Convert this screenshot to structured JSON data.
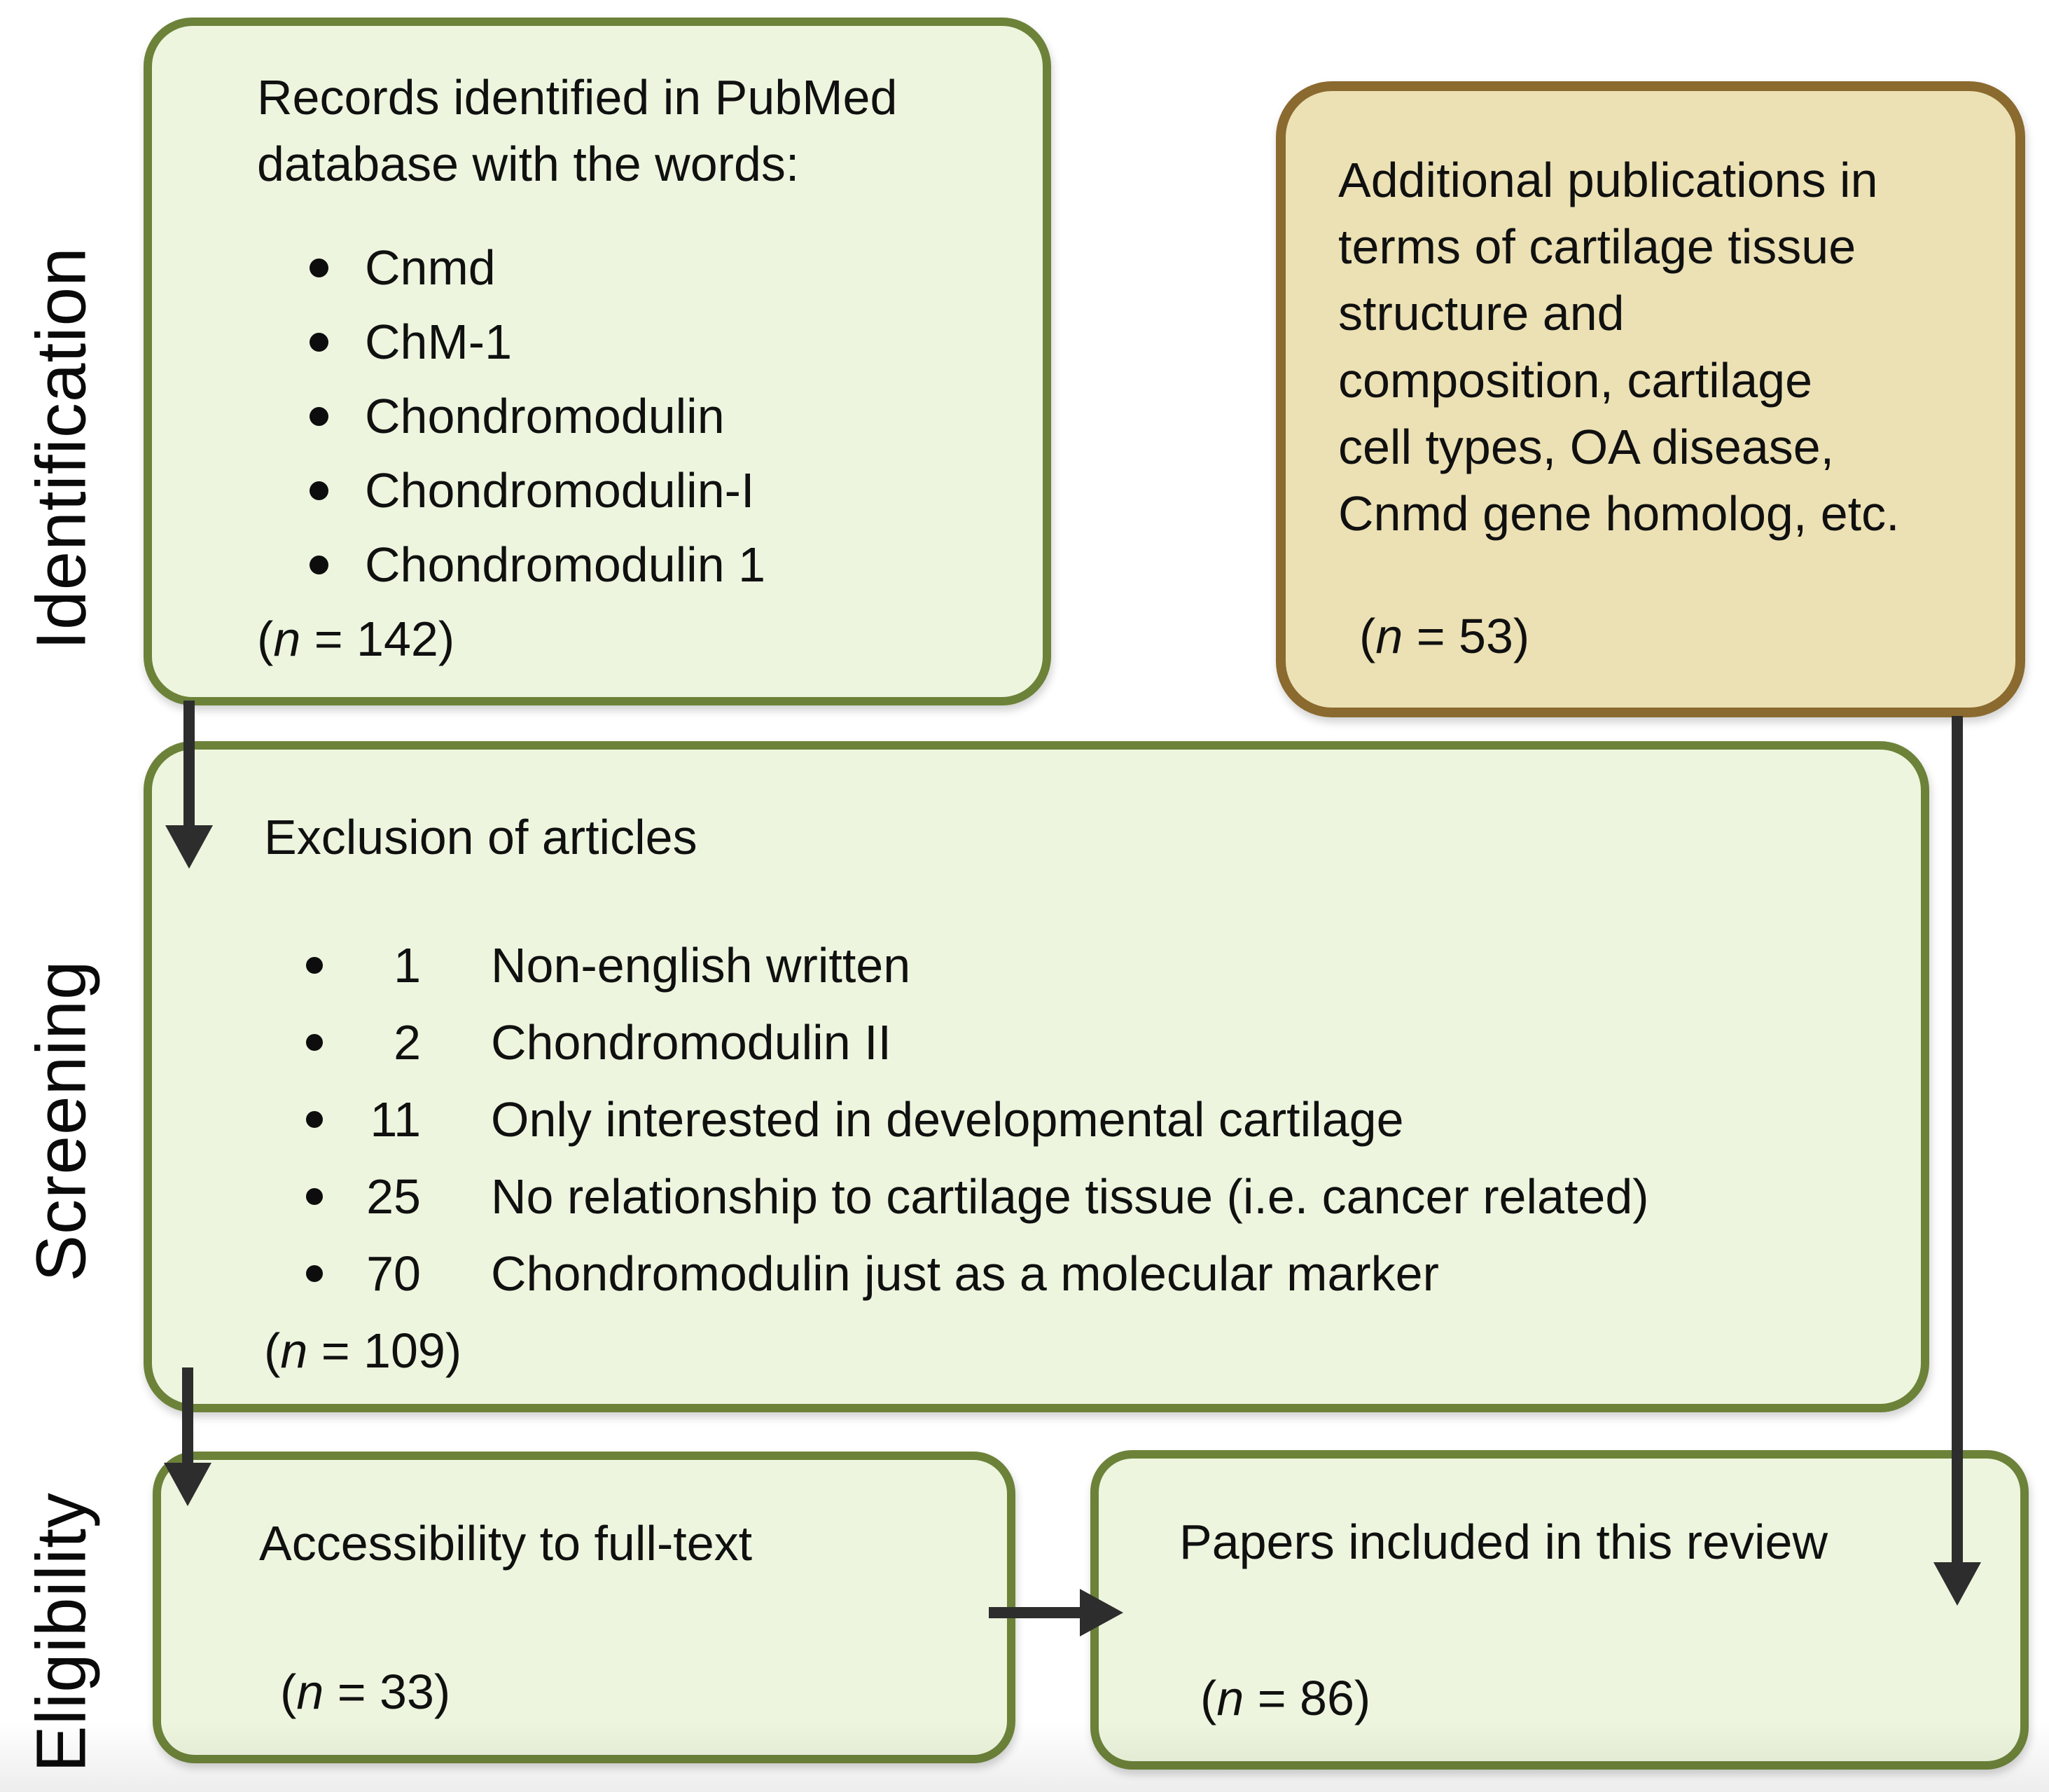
{
  "stages": {
    "identification": "Identification",
    "screening": "Screening",
    "eligibility": "Eligibility"
  },
  "boxes": {
    "records": {
      "title_lines": [
        "Records identified in PubMed",
        "database with the words:"
      ],
      "bullets": [
        "Cnmd",
        "ChM-1",
        "Chondromodulin",
        "Chondromodulin-I",
        "Chondromodulin 1"
      ],
      "count": {
        "open": "(",
        "var": "n",
        "rest": " = 142)"
      }
    },
    "additional": {
      "lines": [
        "Additional publications in",
        "terms of cartilage tissue",
        "structure and",
        "composition, cartilage",
        "cell types, OA disease,",
        "Cnmd gene homolog, etc."
      ],
      "count": {
        "open": "(",
        "var": "n",
        "rest": " = 53)"
      }
    },
    "exclusion": {
      "title": "Exclusion of articles",
      "items": [
        {
          "num": "1",
          "text": "Non-english written"
        },
        {
          "num": "2",
          "text": "Chondromodulin II"
        },
        {
          "num": "11",
          "text": "Only interested in developmental cartilage"
        },
        {
          "num": "25",
          "text": "No relationship to cartilage tissue (i.e. cancer related)"
        },
        {
          "num": "70",
          "text": "Chondromodulin just as a molecular marker"
        }
      ],
      "count": {
        "open": "(",
        "var": "n",
        "rest": " = 109)"
      }
    },
    "fulltext": {
      "title": "Accessibility to full-text",
      "count": {
        "open": "(",
        "var": "n",
        "rest": " = 33)"
      }
    },
    "included": {
      "title": "Papers included in this review",
      "count": {
        "open": "(",
        "var": "n",
        "rest": " = 86)"
      }
    }
  },
  "colors": {
    "green_fill": "#edf5de",
    "green_border": "#6c8239",
    "tan_fill": "#ece1b4",
    "tan_border": "#8b6a2f",
    "arrow": "#2d2d2d",
    "text": "#101010"
  }
}
